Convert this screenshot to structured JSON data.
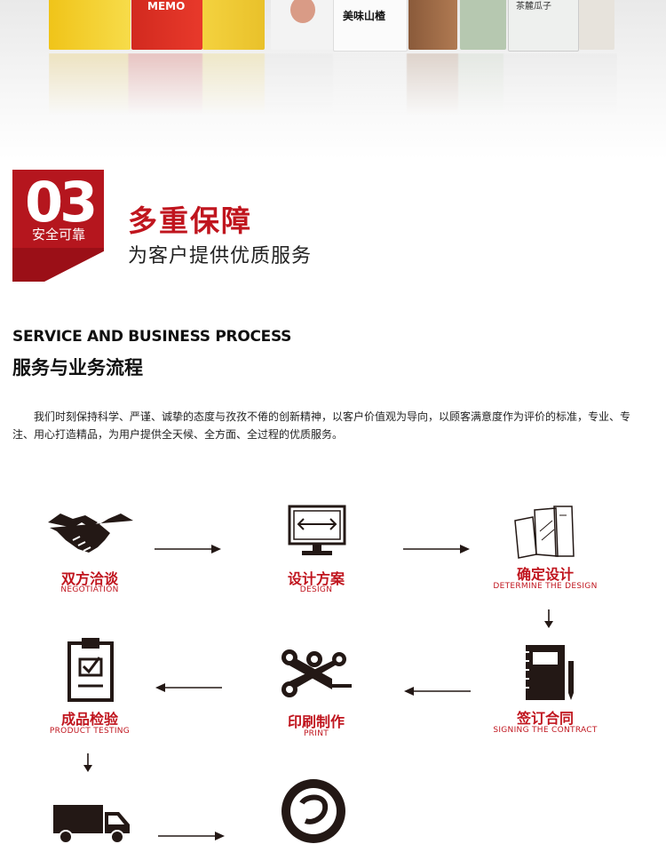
{
  "section": {
    "badge_number": "03",
    "badge_label": "安全可靠",
    "title": "多重保障",
    "subtitle": "为客户提供优质服务"
  },
  "process": {
    "heading_en": "SERVICE AND BUSINESS PROCESS",
    "heading_cn": "服务与业务流程",
    "description": "我们时刻保持科学、严谨、诚挚的态度与孜孜不倦的创新精神，以客户价值观为导向，以顾客满意度作为评价的标准，专业、专注、用心打造精品，为用户提供全天候、全方面、全过程的优质服务。"
  },
  "steps": [
    {
      "label": "双方洽谈",
      "en": "NEGOTIATION",
      "icon": "handshake-icon"
    },
    {
      "label": "设计方案",
      "en": "DESIGN",
      "icon": "monitor-icon"
    },
    {
      "label": "确定设计",
      "en": "DETERMINE THE DESIGN",
      "icon": "bags-icon"
    },
    {
      "label": "签订合同",
      "en": "SIGNING THE CONTRACT",
      "icon": "notebook-icon"
    },
    {
      "label": "印刷制作",
      "en": "PRINT",
      "icon": "print-rollers-icon"
    },
    {
      "label": "成品检验",
      "en": "PRODUCT TESTING",
      "icon": "clipboard-check-icon"
    }
  ],
  "banner": {
    "pkg_texts": [
      "MEMO",
      "美味山楂",
      "茶麓瓜子"
    ]
  },
  "colors": {
    "accent": "#c0151e",
    "badge": "#b5161e",
    "icon": "#231815"
  }
}
